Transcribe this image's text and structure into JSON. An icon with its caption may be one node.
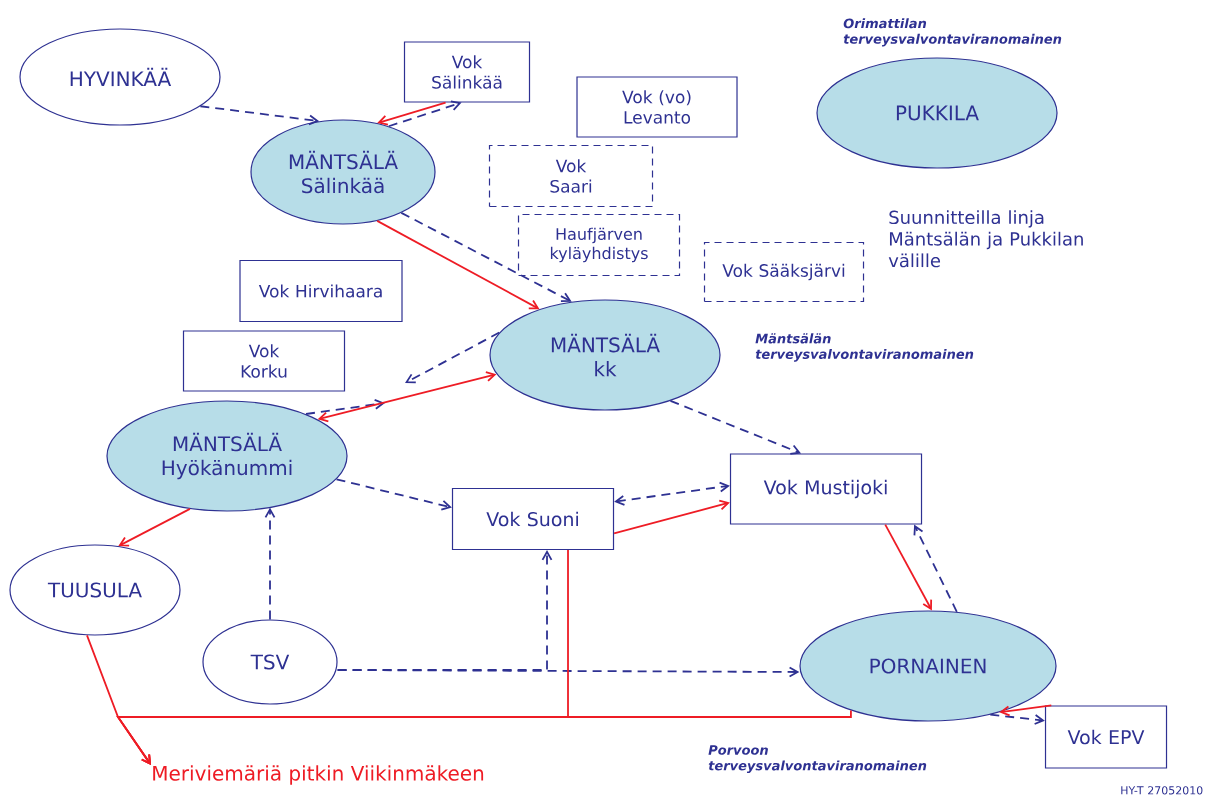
{
  "diagram": {
    "nodes": [
      {
        "text": [
          "HYVINKÄÄ"
        ]
      },
      {
        "text": [
          "Vok Sälinkää"
        ]
      },
      {
        "text": [
          "MÄNTSÄLÄ Sälinkää"
        ]
      },
      {
        "text": [
          "Vok (vo) Levanto"
        ]
      },
      {
        "text": [
          "Vok Saari"
        ]
      },
      {
        "text": [
          "Haufjärven kyläyhdistys"
        ]
      },
      {
        "text": [
          "Vok Sääksjärvi"
        ]
      },
      {
        "text": [
          "PUKKILA"
        ],
        "beside": [
          "Orimattilan terveysvalvontaviranomainen"
        ]
      },
      {
        "text": [
          "Vok Hirvihaara"
        ]
      },
      {
        "text": [
          "Vok Korku"
        ]
      },
      {
        "text": [
          "MÄNTSÄLÄ kk"
        ],
        "beside": [
          "Mäntsälän terveysvalvontaviranomainen"
        ]
      },
      {
        "text": [
          "MÄNTSÄLÄ Hyökänummi"
        ]
      },
      {
        "text": [
          "Vok Suoni"
        ]
      },
      {
        "text": [
          "Vok Mustijoki"
        ]
      },
      {
        "text": [
          "TUUSULA"
        ]
      },
      {
        "text": [
          "TSV"
        ]
      },
      {
        "text": [
          "PORNAINEN"
        ],
        "beside": [
          "Porvoon terveysvalvontaviranomainen"
        ]
      },
      {
        "text": [
          "Vok EPV"
        ]
      },
      {
        "text": [
          "Meriviemäriä pitkin Viikinmäkeen"
        ]
      }
    ],
    "edges": [
      {
        "from": 0,
        "to": 2,
        "arrow": "to",
        "style": "dashed"
      },
      {
        "from": 1,
        "to": 2,
        "arrow": "to",
        "color": "#ee1c25"
      },
      {
        "from": 2,
        "to": 1,
        "arrow": "to",
        "style": "dashed"
      },
      {
        "from": 2,
        "to": 10,
        "arrow": "to",
        "color": "#ee1c25"
      },
      {
        "from": 2,
        "to": 10,
        "arrow": "to",
        "style": "dashed"
      },
      {
        "from": 10,
        "to": null,
        "arrow": "to",
        "style": "dashed"
      },
      {
        "from": 11,
        "to": null,
        "arrow": "to",
        "style": "dashed"
      },
      {
        "from": 10,
        "to": 11,
        "arrow": "both",
        "color": "#ee1c25"
      },
      {
        "from": 10,
        "to": 13,
        "arrow": "to",
        "style": "dashed"
      },
      {
        "from": 11,
        "to": 12,
        "arrow": "to",
        "style": "dashed"
      },
      {
        "from": 11,
        "to": 14,
        "arrow": "to",
        "color": "#ee1c25"
      },
      {
        "from": 15,
        "to": 11,
        "arrow": "to",
        "style": "dashed"
      },
      {
        "from": 12,
        "to": 13,
        "arrow": "both",
        "style": "dashed"
      },
      {
        "from": 12,
        "to": 13,
        "arrow": "to",
        "color": "#ee1c25"
      },
      {
        "from": 13,
        "to": 16,
        "arrow": "to",
        "color": "#ee1c25"
      },
      {
        "from": 16,
        "to": 13,
        "arrow": "to",
        "style": "dashed"
      },
      {
        "from": 15,
        "to": 16,
        "arrow": "to",
        "style": "dashed"
      },
      {
        "from": 15,
        "to": 12,
        "arrow": "to",
        "style": "dashed"
      },
      {
        "from": 16,
        "to": 18,
        "arrow": "to",
        "color": "#ee1c25"
      },
      {
        "from": 14,
        "to": 18,
        "arrow": "to",
        "color": "#ee1c25"
      },
      {
        "from": 12,
        "to": 18,
        "arrow": "to",
        "color": "#ee1c25"
      },
      {
        "from": 16,
        "to": 17,
        "arrow": "to",
        "style": "dashed"
      },
      {
        "from": 17,
        "to": 16,
        "arrow": "to",
        "color": "#ee1c25"
      }
    ],
    "labels": [
      "Suunnitteilla linja Mäntsälän ja Pukkilan välille",
      "HY-T 27052010"
    ]
  }
}
